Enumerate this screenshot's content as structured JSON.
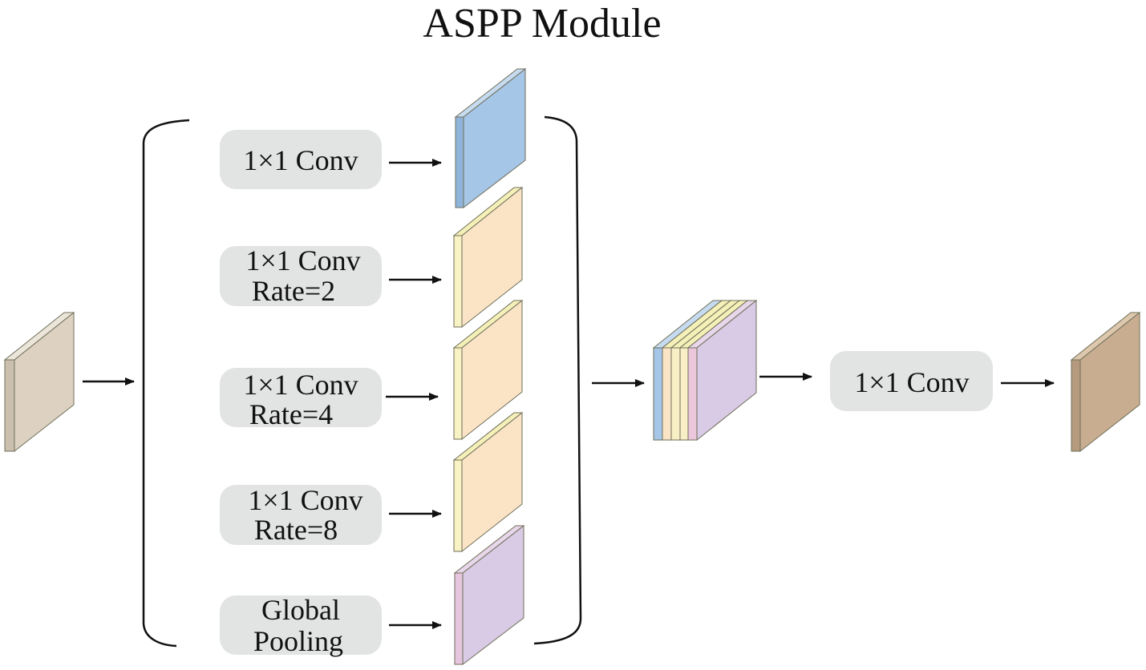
{
  "title": "ASPP Module",
  "branches": [
    {
      "line1": "1×1 Conv",
      "line2": ""
    },
    {
      "line1": "1×1 Conv",
      "line2": "Rate=2"
    },
    {
      "line1": "1×1 Conv",
      "line2": "Rate=4"
    },
    {
      "line1": "1×1 Conv",
      "line2": "Rate=8"
    },
    {
      "line1": "Global",
      "line2": "Pooling"
    }
  ],
  "final_conv": "1×1 Conv",
  "colors": {
    "input": "#ddd2c2",
    "output": "#c8ad91",
    "blue": "#a6c6e8",
    "yellow": "#fbe4c6",
    "purple": "#d9cae5",
    "pill": "#e2e3e3"
  }
}
